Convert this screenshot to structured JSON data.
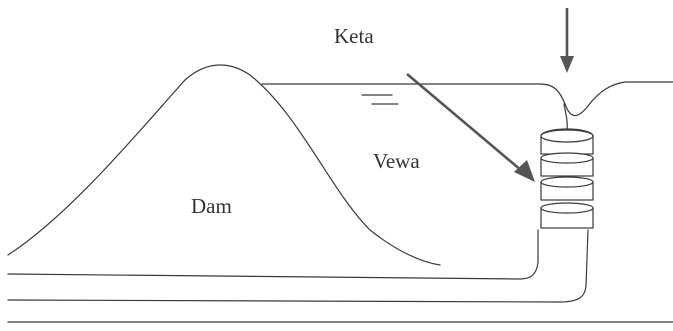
{
  "labels": {
    "dam": "Dam",
    "reservoir": "Vewa",
    "top_arrow": "Keta"
  }
}
